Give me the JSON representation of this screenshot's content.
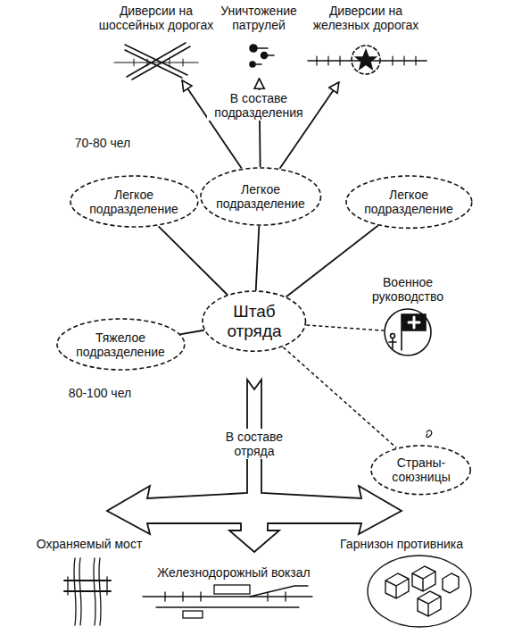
{
  "diagram": {
    "nodes": [
      {
        "text": [
          "Диверсии на шоссейных дорогах"
        ]
      },
      {
        "text": [
          "Уничтожение патрулей"
        ]
      },
      {
        "text": [
          "Диверсии на железных дорогах"
        ]
      },
      {
        "text": [
          "Легкое подразделение"
        ]
      },
      {
        "text": [
          "Легкое подразделение"
        ]
      },
      {
        "text": [
          "Легкое подразделение"
        ]
      },
      {
        "text": [
          "Военное руководство"
        ]
      },
      {
        "text": [
          "Штаб отряда"
        ]
      },
      {
        "text": [
          "Тяжелое подразделение"
        ]
      },
      {
        "text": [
          "Страны-союзницы"
        ]
      }
    ],
    "edges": [
      {
        "from": 4,
        "to": 0,
        "arrow": "to"
      },
      {
        "from": 4,
        "to": 1,
        "arrow": "to"
      },
      {
        "from": 4,
        "to": 2,
        "arrow": "to"
      },
      {
        "from": 7,
        "to": 3,
        "arrow": "none"
      },
      {
        "from": 7,
        "to": 4,
        "arrow": "none"
      },
      {
        "from": 7,
        "to": 5,
        "arrow": "none"
      },
      {
        "from": 7,
        "to": 8,
        "arrow": "none"
      },
      {
        "from": 7,
        "to": 6,
        "arrow": "none"
      },
      {
        "from": 7,
        "to": 9,
        "arrow": "none"
      }
    ],
    "labels": [
      "В составе подразделения",
      "70-80 чел",
      "80-100 чел",
      "В составе отряда",
      "Охраняемый мост",
      "Железнодорожный вокзал",
      "Гарнизон противника"
    ]
  }
}
